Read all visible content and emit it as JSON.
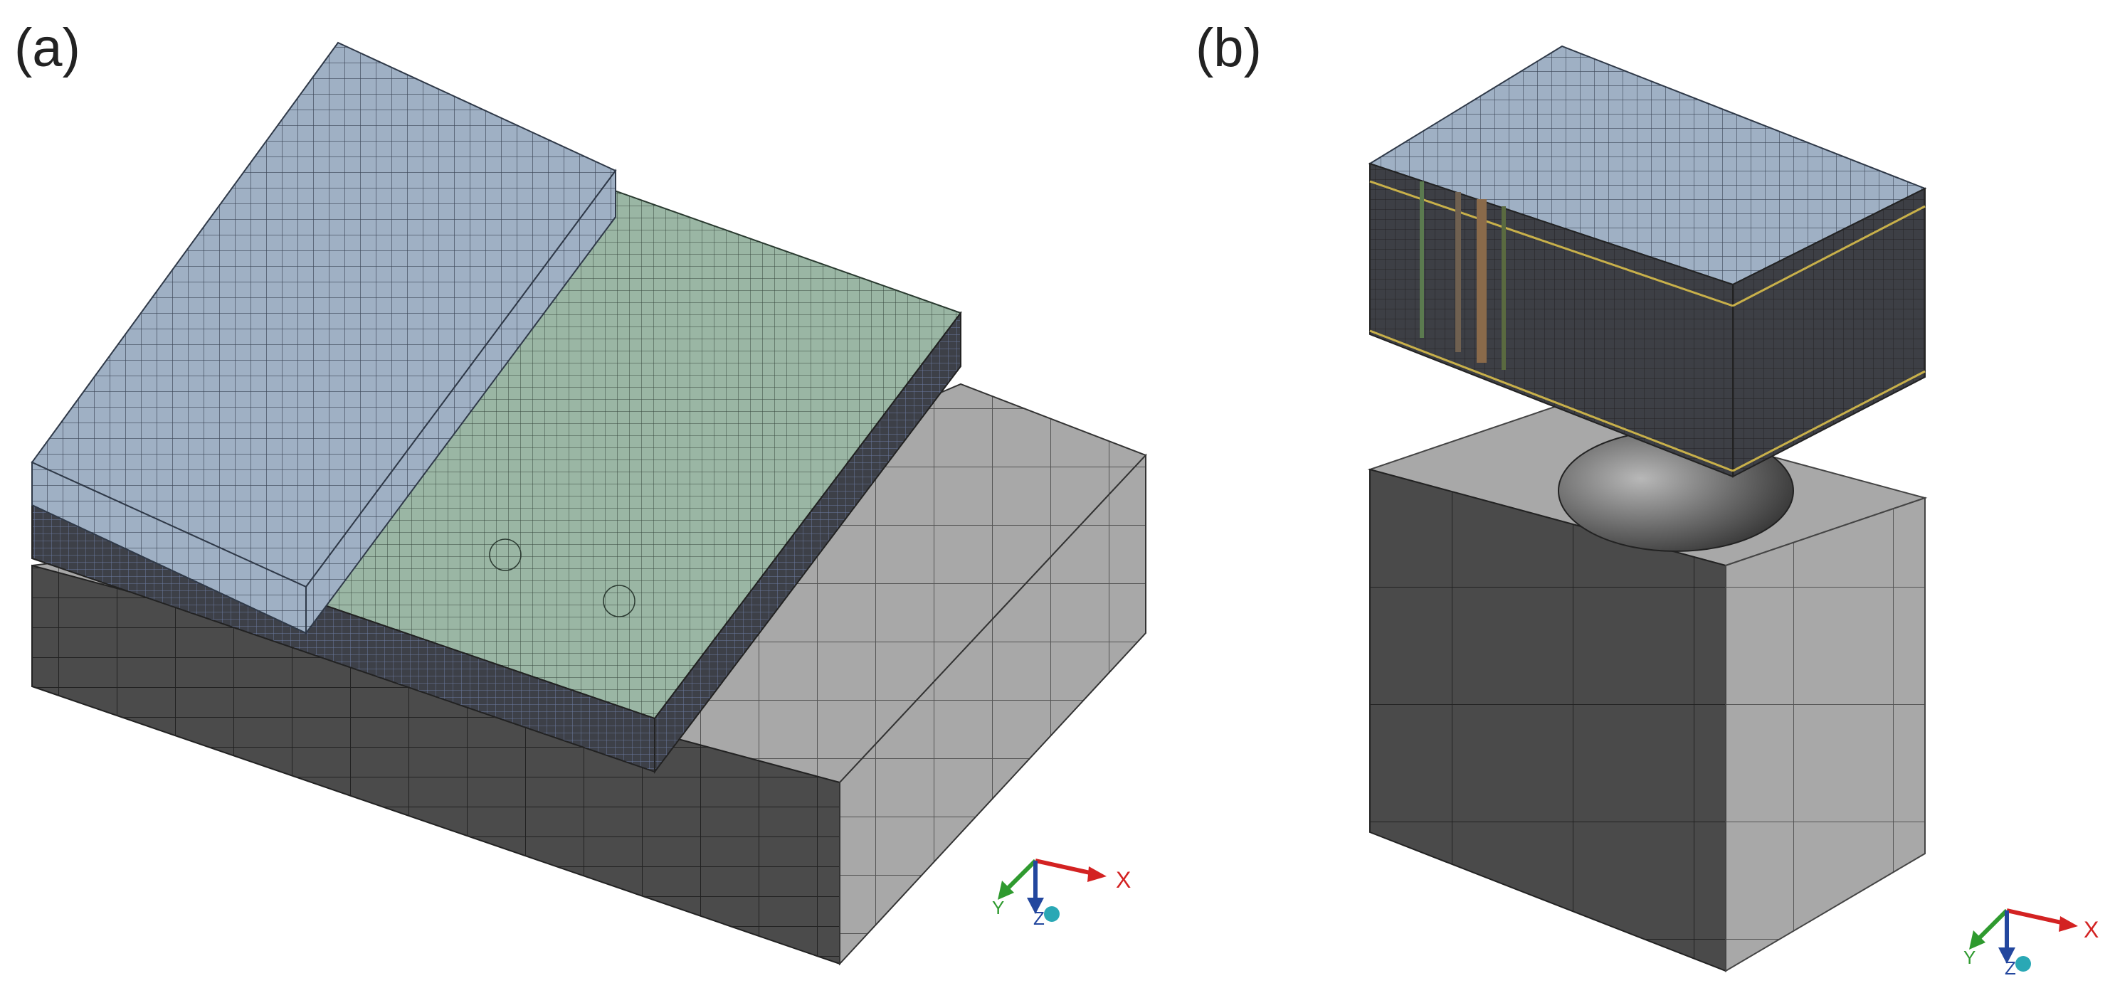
{
  "panels": [
    {
      "label": "(a)",
      "axis_x_label": "X",
      "axis_y_label": "Y",
      "axis_z_label": "Z"
    },
    {
      "label": "(b)",
      "axis_x_label": "X",
      "axis_y_label": "Y",
      "axis_z_label": "Z"
    }
  ],
  "colors": {
    "mesh_blue": "#9fb0c4",
    "mesh_green": "#99b5a3",
    "substrate_light": "#a9a9a9",
    "substrate_dark": "#4d4d4d",
    "side_dark": "#3c3f46",
    "axis_x": "#d32222",
    "axis_y": "#2f9a2f",
    "axis_z": "#23479e"
  }
}
